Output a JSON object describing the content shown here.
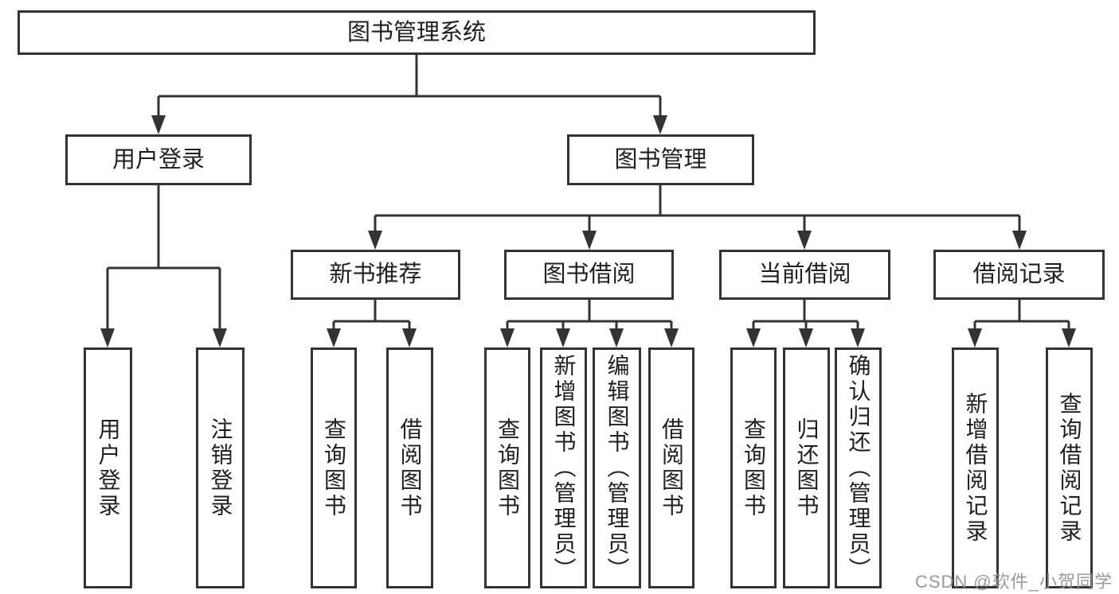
{
  "diagram_title": "图书管理系统",
  "nodes": {
    "root": "图书管理系统",
    "branches": [
      "用户登录",
      "图书管理"
    ],
    "sub_branches": [
      "新书推荐",
      "图书借阅",
      "当前借阅",
      "借阅记录"
    ],
    "leaves": {
      "user_login": [
        "用户登录",
        "注销登录"
      ],
      "new_book": [
        "查询图书",
        "借阅图书"
      ],
      "book_borrow": [
        "查询图书",
        "新增图书（管理员）",
        "编辑图书（管理员）",
        "借阅图书"
      ],
      "current_borrow": [
        "查询图书",
        "归还图书",
        "确认归还（管理员）"
      ],
      "borrow_records": [
        "新增借阅记录",
        "查询借阅记录"
      ]
    }
  },
  "watermark": {
    "text": "CSDN @软件_小贺同学",
    "color": "#919191"
  },
  "colors": {
    "line": "#333333",
    "border": "#333333",
    "text": "#1f1f1f",
    "background": "#ffffff"
  }
}
